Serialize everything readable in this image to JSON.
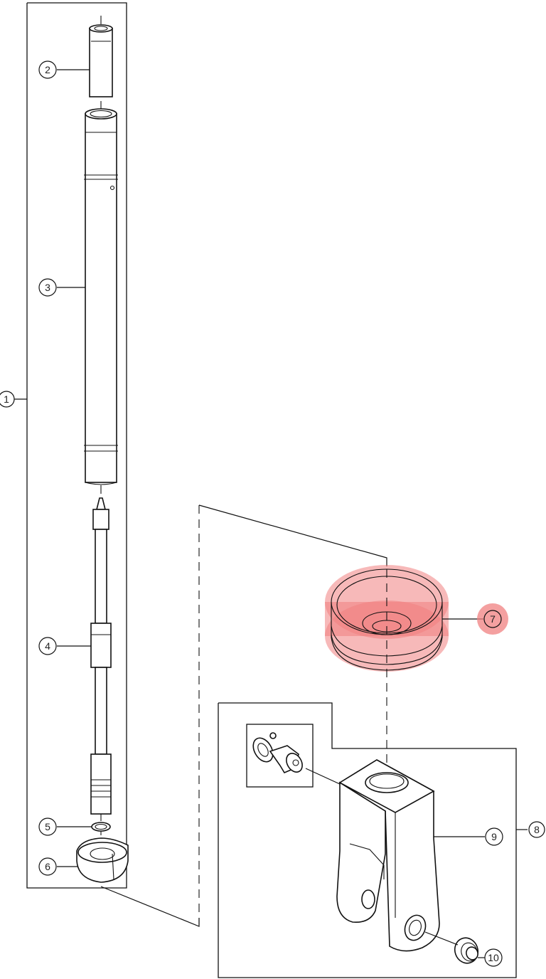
{
  "callouts": {
    "c1": "1",
    "c2": "2",
    "c3": "3",
    "c4": "4",
    "c5": "5",
    "c6": "6",
    "c7": "7",
    "c8": "8",
    "c9": "9",
    "c10": "10"
  },
  "colors": {
    "line": "#111111",
    "highlight": "#f08080",
    "background": "#ffffff"
  },
  "highlighted_part": "7"
}
